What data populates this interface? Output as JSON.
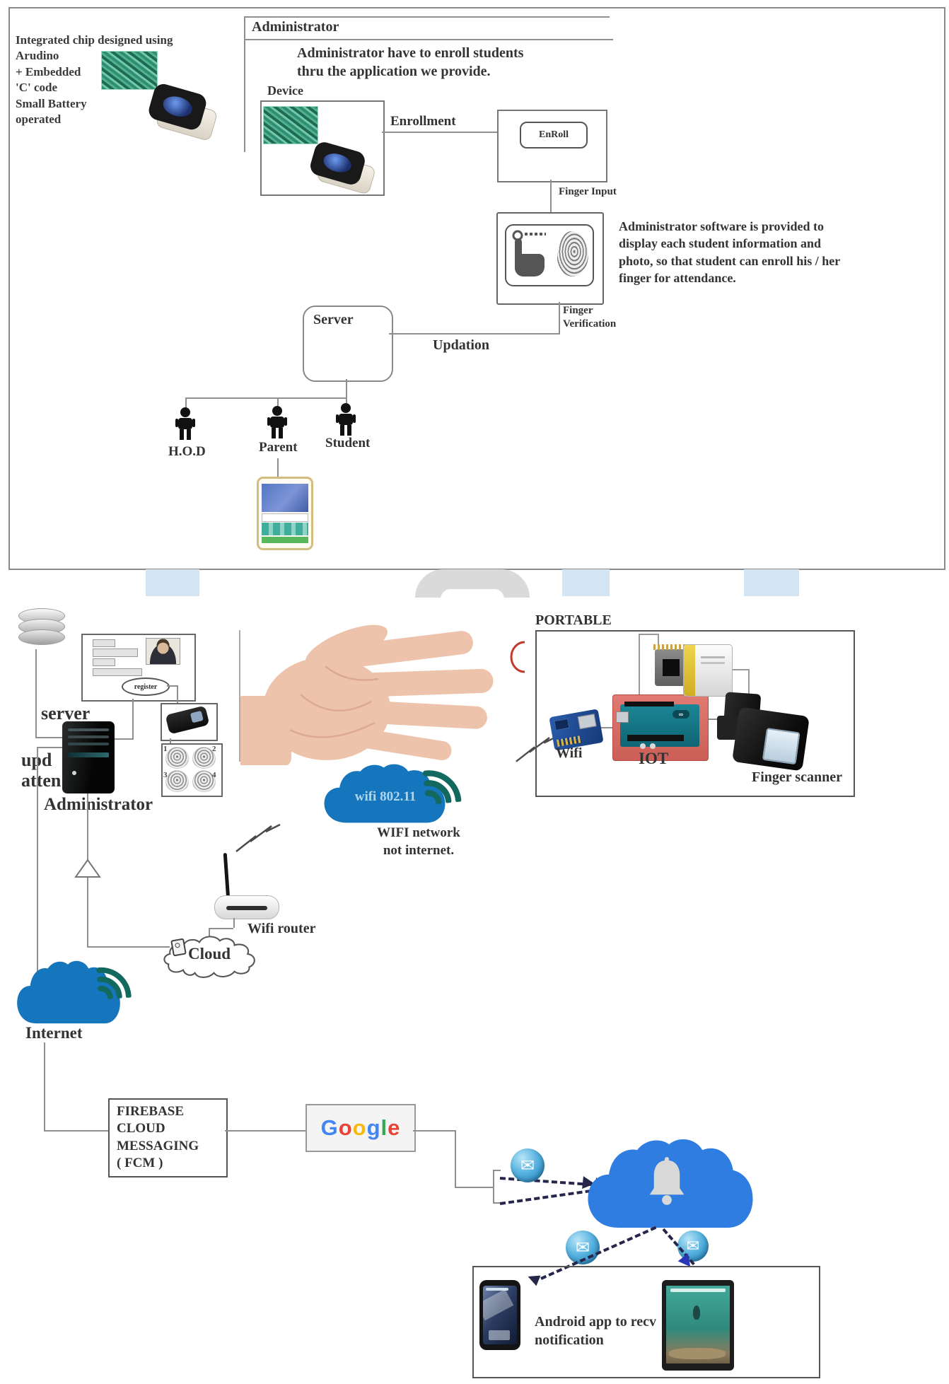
{
  "top_section": {
    "chip_note": "Integrated chip designed using\nArudino\n+ Embedded\n'C' code\nSmall Battery\noperated",
    "administrator_title": "Administrator",
    "admin_note": "Administrator have to enroll students\nthru the application we provide.",
    "device_label": "Device",
    "enrollment_label": "Enrollment",
    "enroll_button": "EnRoll",
    "finger_input_label": "Finger Input",
    "software_note": "Administrator software is provided to\ndisplay each student information and\nphoto, so that student can enroll his / her\nfinger for attendance.",
    "finger_verification_label": "Finger\nVerification",
    "server_label": "Server",
    "updation_label": "Updation",
    "roles": [
      "H.O.D",
      "Parent",
      "Student"
    ]
  },
  "bottom_section": {
    "server_label": "server",
    "upd_label": "upd\natten",
    "administrator_label": "Administrator",
    "register_button": "register",
    "wifi_cloud_text": "wifi 802.11",
    "wifi_note": "WIFI network\nnot internet.",
    "wifi_router_label": "Wifi router",
    "cloud_label": "Cloud",
    "internet_label": "Internet",
    "portable": {
      "title": "PORTABLE",
      "wifi_label": "Wifi",
      "iot_label": "IOT",
      "finger_scanner_label": "Finger scanner"
    },
    "fcm_label": "FIREBASE\nCLOUD\nMESSAGING\n( FCM )",
    "google": {
      "letters": [
        "G",
        "o",
        "o",
        "g",
        "l",
        "e"
      ],
      "colors": [
        "#4285F4",
        "#E94335",
        "#F6B90C",
        "#4285F4",
        "#34A853",
        "#E94335"
      ]
    },
    "android_note": "Android app to recv\nnotification",
    "fingerprint_numbers": [
      "1",
      "2",
      "3",
      "4"
    ]
  },
  "icons": {
    "envelope": "✉"
  },
  "colors": {
    "cloud_blue": "#1576bd",
    "notification_cloud_blue": "#2f7de1",
    "wifi_arc_teal": "#14695f",
    "envelope_blue": "#3f9fd6",
    "iot_board_red": "#d9726b",
    "arduino_teal": "#157f8d",
    "battery_yellow": "#e6c635",
    "hand_skin": "#edc3ab"
  }
}
